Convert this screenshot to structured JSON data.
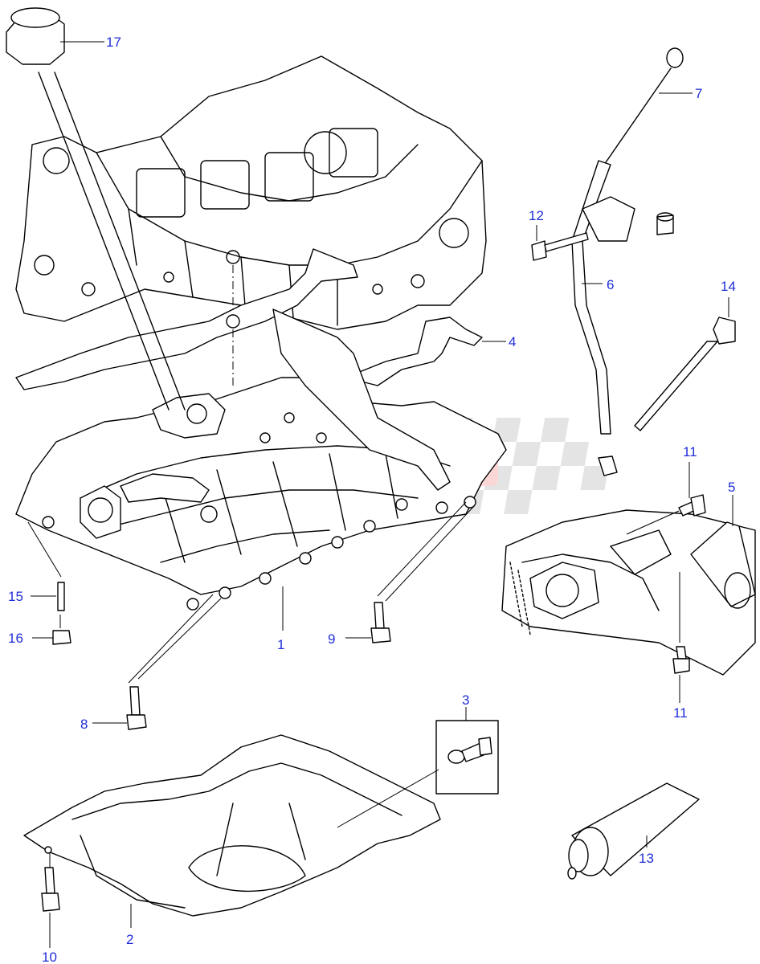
{
  "callouts": {
    "c1": "1",
    "c2": "2",
    "c3": "3",
    "c4": "4",
    "c5": "5",
    "c6": "6",
    "c7": "7",
    "c8": "8",
    "c9": "9",
    "c10": "10",
    "c11a": "11",
    "c11b": "11",
    "c12": "12",
    "c13": "13",
    "c14": "14",
    "c15": "15",
    "c16": "16",
    "c17": "17"
  },
  "colors": {
    "callout": "#1f2fd6",
    "line": "#000000",
    "watermark": "#ffd4d4"
  }
}
